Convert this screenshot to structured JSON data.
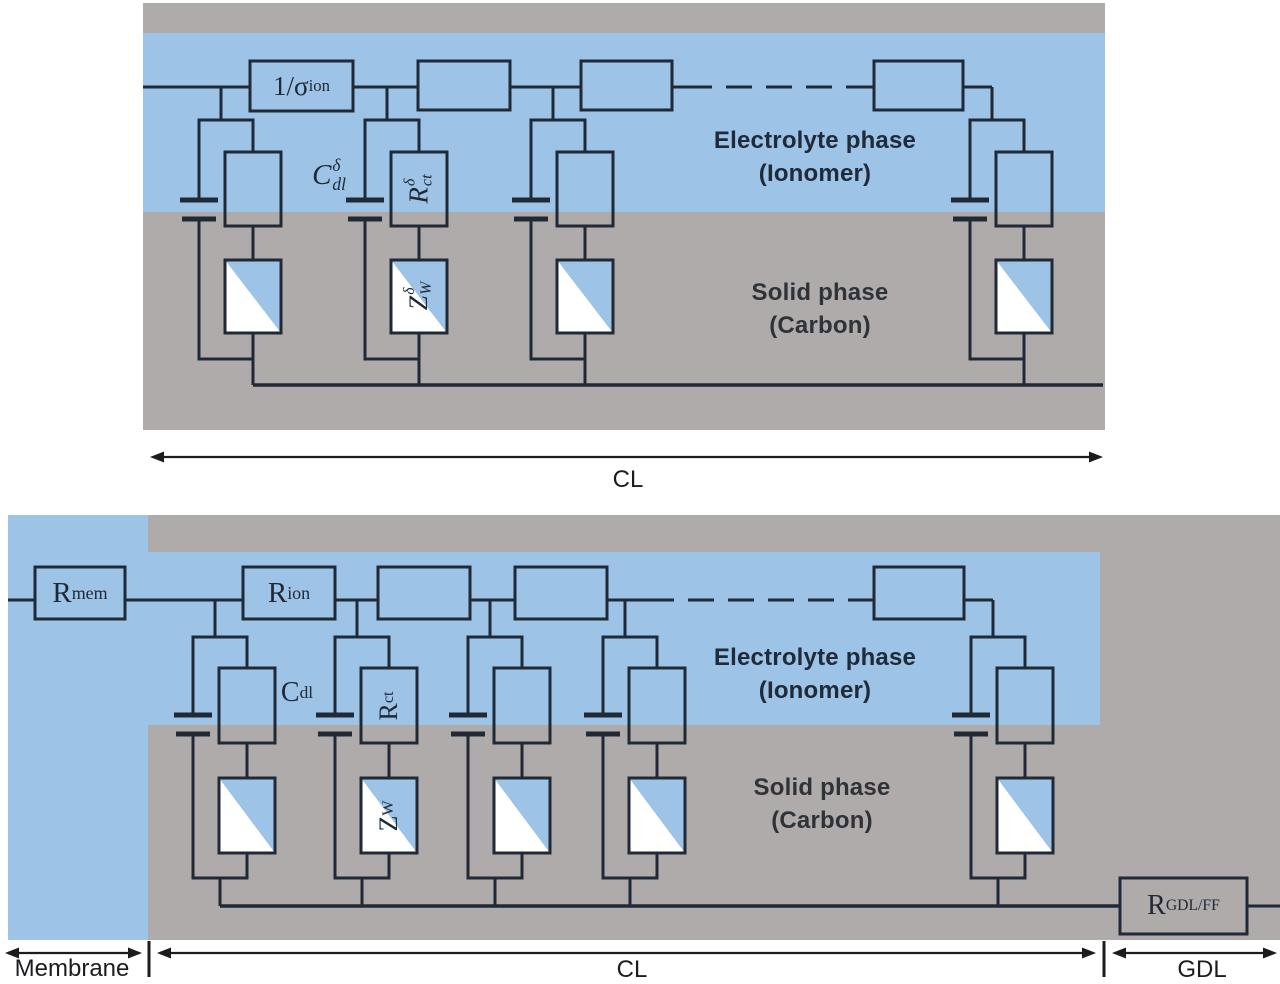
{
  "colors": {
    "electrolyte_blue": "#9DC3E6",
    "solid_gray": "#AFABAB",
    "line": "#202A36",
    "electrolyte_text": "#202B3A",
    "solid_text": "#2F3338",
    "axis_text": "#1A1C1E"
  },
  "top_panel": {
    "regions": {
      "electrolyte_line1": "Electrolyte phase",
      "electrolyte_line2": "(Ionomer)",
      "solid_line1": "Solid phase",
      "solid_line2": "(Carbon)"
    },
    "components": {
      "ionic_conductivity": {
        "base": "1/σ",
        "sub": "ion"
      },
      "double_layer_capacitance": {
        "base": "C",
        "sup": "δ",
        "sub": "dl"
      },
      "charge_transfer_resistance": {
        "base": "R",
        "sup": "δ",
        "sub": "ct"
      },
      "warburg_impedance": {
        "base": "Z",
        "sup": "δ",
        "sub": "W"
      }
    },
    "width_label": "CL"
  },
  "bottom_panel": {
    "regions": {
      "electrolyte_line1": "Electrolyte phase",
      "electrolyte_line2": "(Ionomer)",
      "solid_line1": "Solid phase",
      "solid_line2": "(Carbon)"
    },
    "components": {
      "membrane_resistance": {
        "base": "R",
        "sub": "mem"
      },
      "ionomer_resistance": {
        "base": "R",
        "sub": "ion"
      },
      "double_layer_capacitance": {
        "base": "C",
        "sub": "dl"
      },
      "charge_transfer_resistance": {
        "base": "R",
        "sub": "ct"
      },
      "warburg_impedance": {
        "base": "Z",
        "sub": "W"
      },
      "gdl_ff_resistance": {
        "base": "R",
        "sub": "GDL/FF"
      }
    },
    "width_labels": {
      "membrane": "Membrane",
      "cl": "CL",
      "gdl": "GDL"
    }
  }
}
